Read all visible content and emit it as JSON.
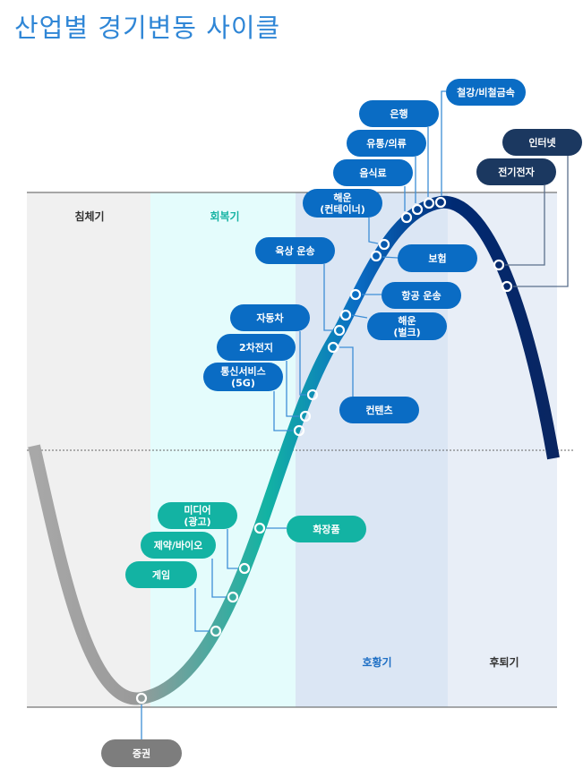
{
  "title": "산업별 경기변동 사이클",
  "phases": [
    {
      "label": "침체기",
      "color": "#333333"
    },
    {
      "label": "회복기",
      "color": "#16b3a3"
    },
    {
      "label": "호황기",
      "color": "#1e6fc4"
    },
    {
      "label": "후퇴기",
      "color": "#333333"
    }
  ],
  "colors": {
    "gray": "#7d7d7d",
    "teal": "#13b3a3",
    "blue": "#0a6cc4",
    "navy": "#1b3860"
  },
  "industries": [
    {
      "lines": [
        "증권"
      ],
      "style": "gray"
    },
    {
      "lines": [
        "게임"
      ],
      "style": "teal"
    },
    {
      "lines": [
        "제약/바이오"
      ],
      "style": "teal"
    },
    {
      "lines": [
        "미디어",
        "(광고)"
      ],
      "style": "teal"
    },
    {
      "lines": [
        "화장품"
      ],
      "style": "teal"
    },
    {
      "lines": [
        "통신서비스",
        "(5G)"
      ],
      "style": "blue"
    },
    {
      "lines": [
        "2차전지"
      ],
      "style": "blue"
    },
    {
      "lines": [
        "자동차"
      ],
      "style": "blue"
    },
    {
      "lines": [
        "컨텐츠"
      ],
      "style": "blue"
    },
    {
      "lines": [
        "육상 운송"
      ],
      "style": "blue"
    },
    {
      "lines": [
        "해운",
        "(벌크)"
      ],
      "style": "blue"
    },
    {
      "lines": [
        "항공 운송"
      ],
      "style": "blue"
    },
    {
      "lines": [
        "보험"
      ],
      "style": "blue"
    },
    {
      "lines": [
        "해운",
        "(컨테이너)"
      ],
      "style": "blue"
    },
    {
      "lines": [
        "음식료"
      ],
      "style": "blue"
    },
    {
      "lines": [
        "유통/의류"
      ],
      "style": "blue"
    },
    {
      "lines": [
        "은행"
      ],
      "style": "blue"
    },
    {
      "lines": [
        "철강/비철금속"
      ],
      "style": "blue"
    },
    {
      "lines": [
        "인터넷"
      ],
      "style": "navy"
    },
    {
      "lines": [
        "전기전자"
      ],
      "style": "navy"
    }
  ]
}
